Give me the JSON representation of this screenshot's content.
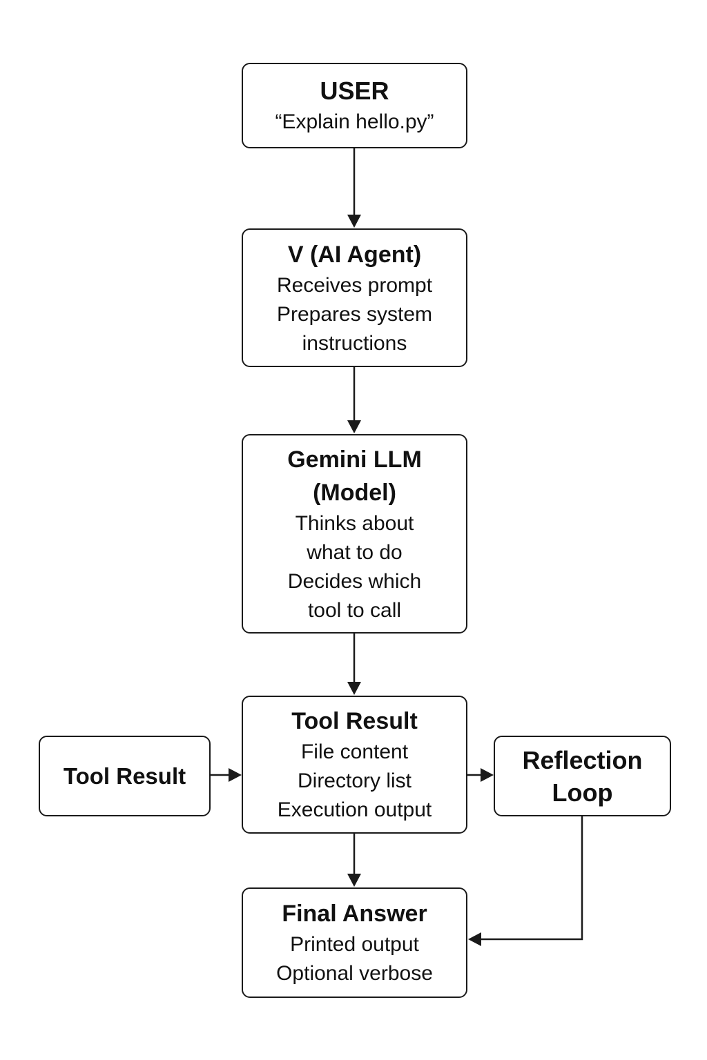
{
  "diagram": {
    "user": {
      "title": "USER",
      "lines": [
        "“Explain hello.py”"
      ]
    },
    "agent": {
      "title": "V (AI Agent)",
      "lines": [
        "Receives prompt",
        "Prepares system",
        "instructions"
      ]
    },
    "gemini": {
      "title_lines": [
        "Gemini LLM",
        "(Model)"
      ],
      "lines": [
        "Thinks about",
        "what to do",
        "Decides which",
        "tool to call"
      ]
    },
    "tool_result": {
      "title": "Tool Result",
      "lines": [
        "File content",
        "Directory list",
        "Execution output"
      ]
    },
    "tool_result_side": {
      "title": "Tool Result"
    },
    "reflection": {
      "title_lines": [
        "Reflection",
        "Loop"
      ]
    },
    "final": {
      "title": "Final Answer",
      "lines": [
        "Printed output",
        "Optional verbose"
      ]
    },
    "connections": [
      {
        "from": "user",
        "to": "agent"
      },
      {
        "from": "agent",
        "to": "gemini"
      },
      {
        "from": "gemini",
        "to": "tool_result"
      },
      {
        "from": "tool_result_side",
        "to": "tool_result"
      },
      {
        "from": "tool_result",
        "to": "reflection"
      },
      {
        "from": "tool_result",
        "to": "final"
      },
      {
        "from": "reflection",
        "to": "final"
      }
    ]
  }
}
